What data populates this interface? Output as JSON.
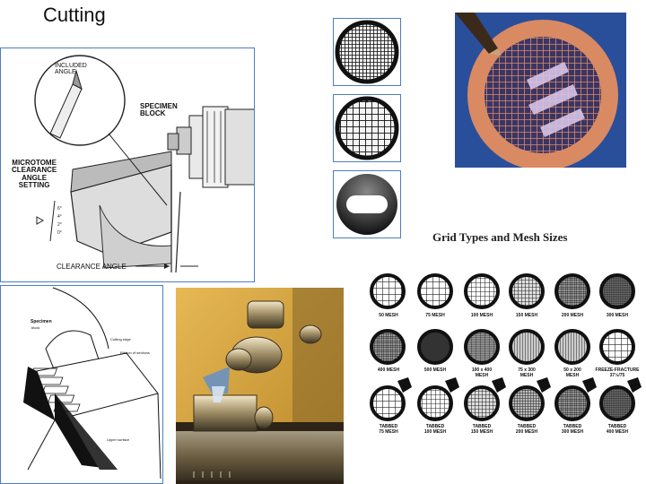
{
  "slide": {
    "title": "Cutting"
  },
  "diagram_microtome": {
    "included_angle": "INCLUDED\nANGLE",
    "specimen_block": "SPECIMEN\nBLOCK",
    "clearance_setting": "MICROTOME\nCLEARANCE\nANGLE\nSETTING",
    "clearance_angle": "CLEARANCE ANGLE",
    "scale": [
      "6°",
      "4°",
      "2°",
      "0°"
    ]
  },
  "diagram_sections": {
    "specimen": "Specimen",
    "block": "block",
    "cutting_edge": "Cutting edge",
    "ribbon": "Ribbon of sections",
    "upper_surface": "Upper surface"
  },
  "grid_chart": {
    "title": "Grid Types and Mesh Sizes",
    "row1": [
      "50 MESH",
      "75 MESH",
      "100 MESH",
      "150 MESH",
      "200 MESH",
      "300 MESH"
    ],
    "row2": [
      "400 MESH",
      "500 MESH",
      "100 x 400\nMESH",
      "75 x 300\nMESH",
      "50 x 200\nMESH",
      "FREEZE-FRACTURE\n37½/75"
    ],
    "row3": [
      "TABBED\n75 MESH",
      "TABBED\n100 MESH",
      "TABBED\n150 MESH",
      "TABBED\n200 MESH",
      "TABBED\n300 MESH",
      "TABBED\n400 MESH"
    ]
  },
  "colors": {
    "frame": "#4a7fc1",
    "grid_photo_bg": "#2a4f9a",
    "grid_copper": "#d98a63",
    "photo_bg": "#d9a640"
  }
}
